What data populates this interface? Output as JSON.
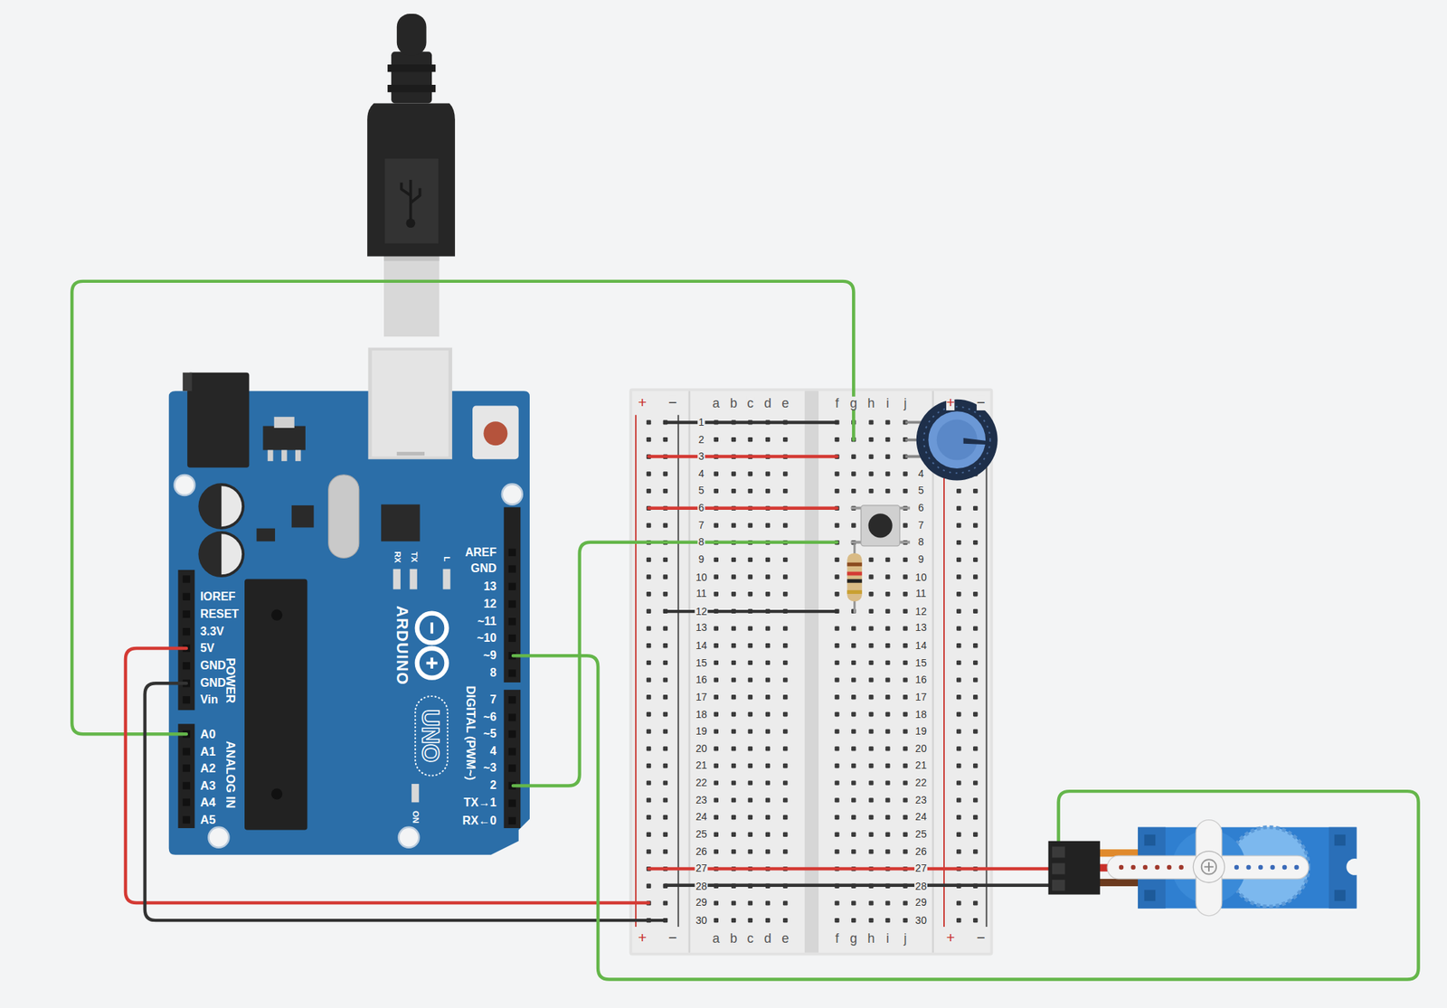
{
  "diagram": {
    "labels": [
      "AREF",
      "GND",
      "13",
      "12",
      "~11",
      "~10",
      "~9",
      "8",
      "7",
      "~6",
      "~5",
      "4",
      "~3",
      "2",
      "TX→1",
      "RX←0",
      "DIGITAL (PWM~)",
      "IOREF",
      "RESET",
      "3.3V",
      "5V",
      "GND",
      "GND",
      "Vin",
      "POWER",
      "A0",
      "A1",
      "A2",
      "A3",
      "A4",
      "A5",
      "ANALOG IN",
      "ARDUINO",
      "UNO",
      "RX",
      "TX",
      "L",
      "ON",
      "+",
      "−",
      "a",
      "b",
      "c",
      "d",
      "e",
      "f",
      "g",
      "h",
      "i",
      "j",
      "+",
      "−",
      "1",
      "2",
      "3",
      "4",
      "5",
      "6",
      "7",
      "8",
      "9",
      "10",
      "11",
      "12",
      "13",
      "14",
      "15",
      "16",
      "17",
      "18",
      "19",
      "20",
      "21",
      "22",
      "23",
      "24",
      "25",
      "26",
      "27",
      "28",
      "29",
      "30",
      "4",
      "5",
      "6",
      "7",
      "8",
      "9",
      "10",
      "11",
      "12",
      "13",
      "14",
      "15",
      "16",
      "17",
      "18",
      "19",
      "20",
      "21",
      "22",
      "23",
      "24",
      "25",
      "26",
      "27",
      "28",
      "29",
      "30",
      "+",
      "−",
      "a",
      "b",
      "c",
      "d",
      "e",
      "f",
      "g",
      "h",
      "i",
      "j",
      "+",
      "−"
    ]
  }
}
